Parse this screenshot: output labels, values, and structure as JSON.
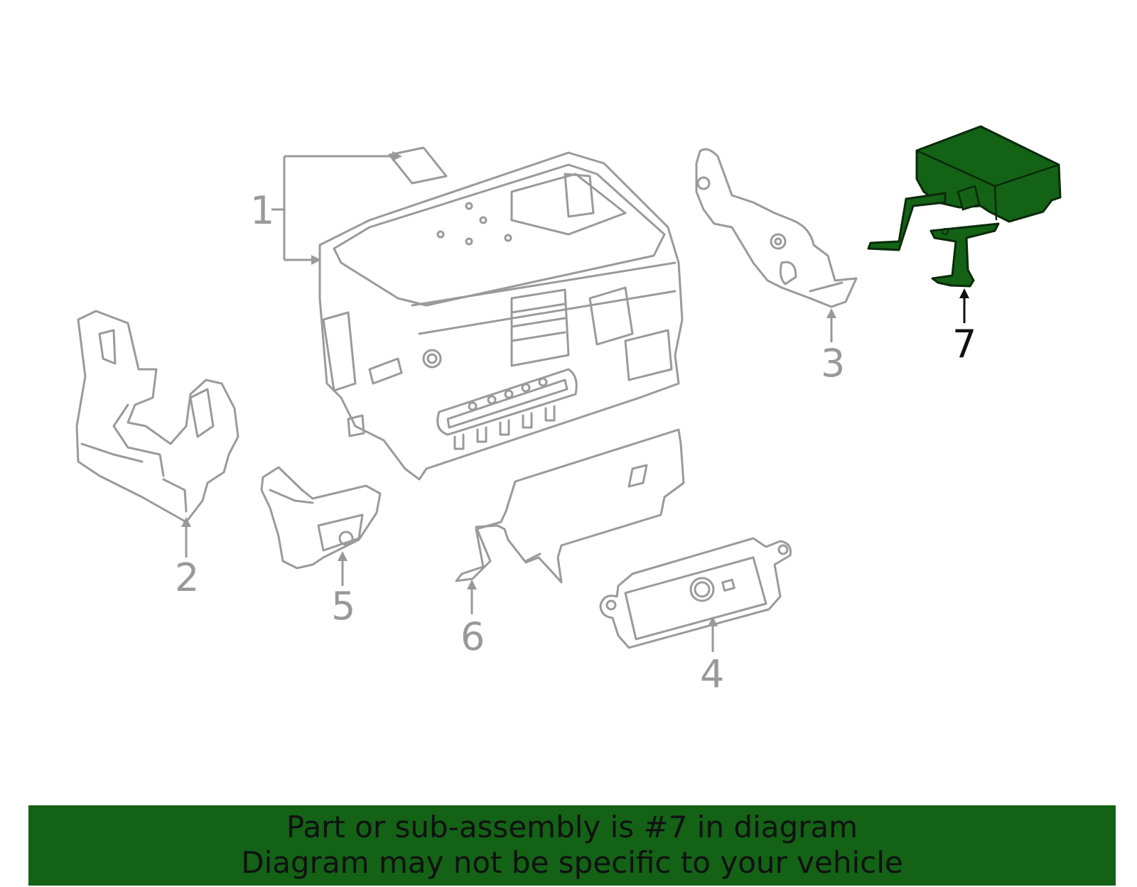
{
  "colors": {
    "line_art": "#9a9a9a",
    "highlight_fill": "#136216",
    "highlight_stroke": "#0a2a0a",
    "banner_bg": "#136216",
    "banner_text": "#111111"
  },
  "callouts": [
    {
      "number": "1",
      "part": "inverter-assembly",
      "highlighted": false
    },
    {
      "number": "2",
      "part": "left-bracket",
      "highlighted": false
    },
    {
      "number": "3",
      "part": "right-bracket",
      "highlighted": false
    },
    {
      "number": "4",
      "part": "lower-cover",
      "highlighted": false
    },
    {
      "number": "5",
      "part": "small-bracket",
      "highlighted": false
    },
    {
      "number": "6",
      "part": "front-cover-plate",
      "highlighted": false
    },
    {
      "number": "7",
      "part": "control-module",
      "highlighted": true
    }
  ],
  "banner": {
    "line1": "Part or sub-assembly is #7 in diagram",
    "line2": "Diagram may not be specific to your vehicle"
  }
}
